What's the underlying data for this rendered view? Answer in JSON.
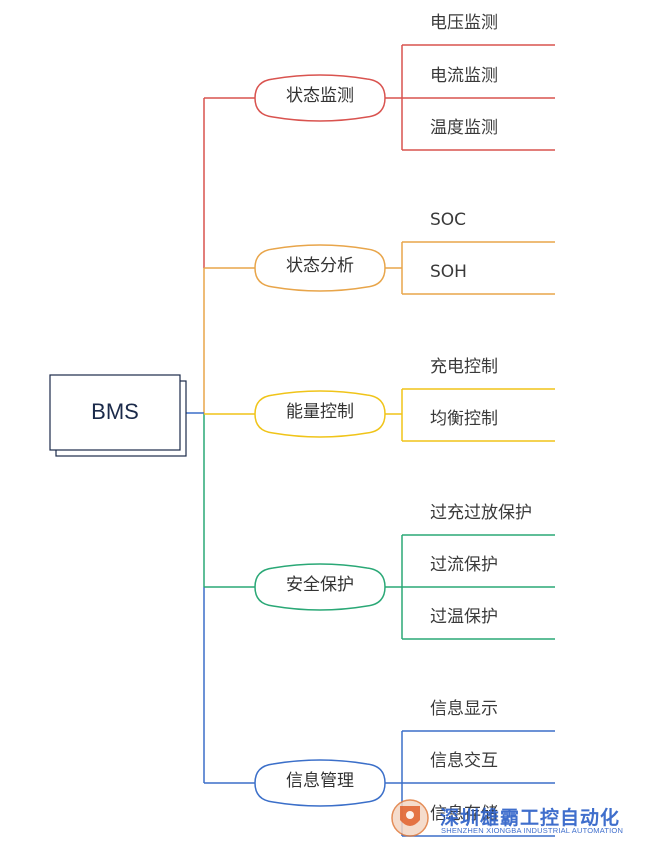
{
  "root": {
    "label": "BMS",
    "color": "#1b2a4a"
  },
  "branches": [
    {
      "label": "状态监测",
      "color": "#d9534f",
      "children": [
        "电压监测",
        "电流监测",
        "温度监测"
      ]
    },
    {
      "label": "状态分析",
      "color": "#e8a54a",
      "children": [
        "SOC",
        "SOH"
      ]
    },
    {
      "label": "能量控制",
      "color": "#f0c419",
      "children": [
        "充电控制",
        "均衡控制"
      ]
    },
    {
      "label": "安全保护",
      "color": "#2aa876",
      "children": [
        "过充过放保护",
        "过流保护",
        "过温保护"
      ]
    },
    {
      "label": "信息管理",
      "color": "#3b6fc9",
      "children": [
        "信息显示",
        "信息交互",
        "信息存储"
      ]
    }
  ],
  "watermark": {
    "text_cn": "深圳雄霸工控自动化",
    "text_en": "SHENZHEN XIONGBA INDUSTRIAL AUTOMATION",
    "color": "#2f62c8",
    "logo_icon": "shield-logo-icon"
  }
}
